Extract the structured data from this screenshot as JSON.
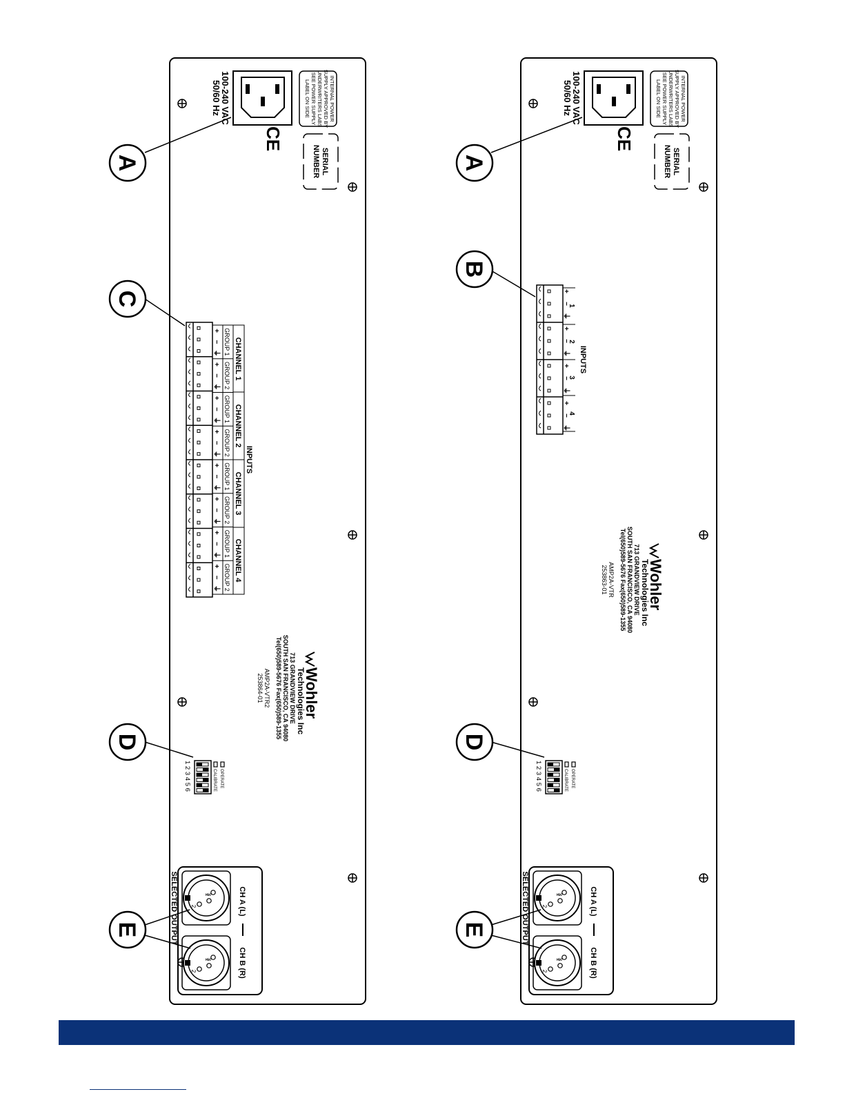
{
  "colors": {
    "footer_bar": "#0b3278",
    "line": "#000000",
    "background": "#ffffff"
  },
  "callouts": {
    "a": "A",
    "b": "B",
    "c": "C",
    "d": "D",
    "e": "E"
  },
  "power": {
    "voltage": "100-240 VAC",
    "frequency": "50/60 Hz",
    "ce_mark": "CE",
    "supply_note": [
      "INTERNAL POWER",
      "SUPPLY APPROVED BY",
      "UNDERWRITERS LABS",
      "SEE POWER SUPPLY",
      "LABEL ON SIDE"
    ],
    "serial": [
      "SERIAL",
      "NUMBER"
    ]
  },
  "company": {
    "name": "Wohler",
    "subname": "Technologies Inc",
    "address1": "713  GRANDVIEW  DRIVE",
    "address2": "SOUTH  SAN  FRANCISCO,  CA  94080",
    "phone": "Tel(650)589-5676  Fax(650)589-1355"
  },
  "panel_left": {
    "model": "AMP2A-VTR2",
    "part": "253864-01",
    "inputs_title": "INPUTS",
    "channels": [
      "CHANNEL 1",
      "CHANNEL 2",
      "CHANNEL 3",
      "CHANNEL 4"
    ],
    "groups": [
      "GROUP 1",
      "GROUP 2",
      "GROUP 1",
      "GROUP 2",
      "GROUP 1",
      "GROUP 2",
      "GROUP 1",
      "GROUP 2"
    ]
  },
  "panel_right": {
    "model": "AMP2A-VTR",
    "part": "253863-01",
    "inputs_title": "INPUTS",
    "input_numbers": [
      "1",
      "2",
      "3",
      "4"
    ]
  },
  "terminal_signs": [
    "+",
    "−",
    "⏚"
  ],
  "dip": {
    "operate": "OPERATE",
    "calibrate": "CALIBRATE",
    "numbers": "1 2 3 4 5 6"
  },
  "outputs": {
    "ch_a": "CH A (L)",
    "ch_b": "CH B (R)",
    "selected": "SELECTED OUTPUT",
    "pins": [
      "1",
      "2",
      "3"
    ]
  }
}
